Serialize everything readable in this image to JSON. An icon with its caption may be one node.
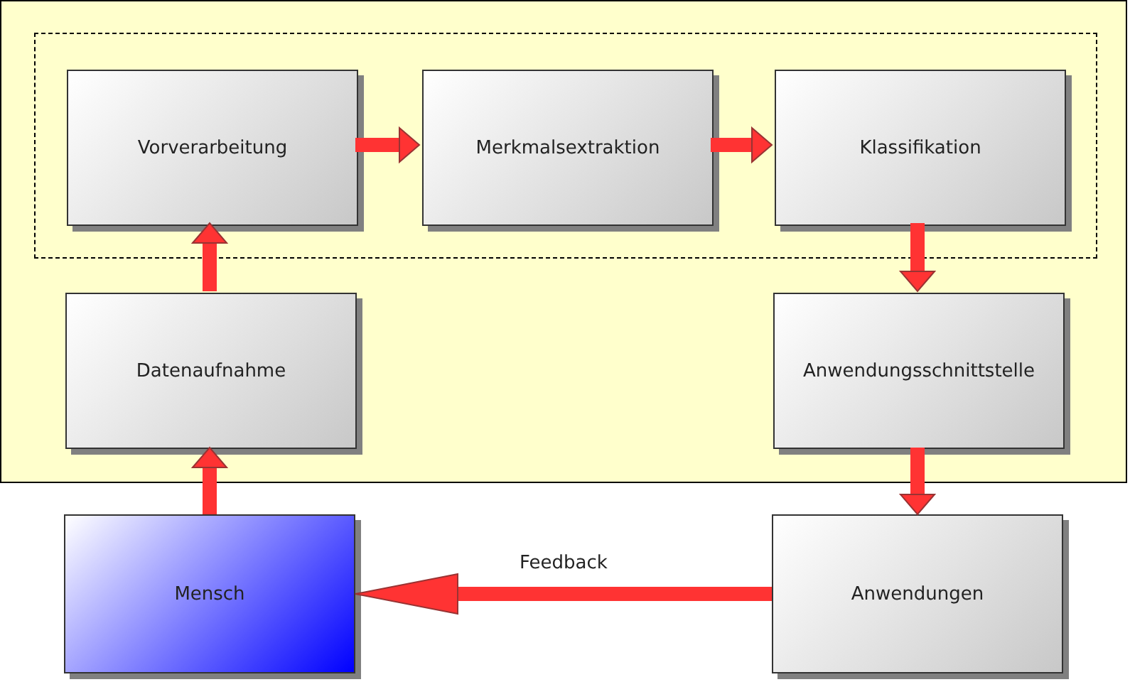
{
  "diagram": {
    "nodes": [
      {
        "text": [],
        "shape": "box"
      },
      {
        "text": [],
        "shape": "box",
        "in": 0
      },
      {
        "text": [
          "Vorverarbeitung"
        ],
        "in": 1
      },
      {
        "text": [
          "Merkmalsextraktion"
        ],
        "in": 1
      },
      {
        "text": [
          "Klassifikation"
        ],
        "in": 1
      },
      {
        "text": [
          "Datenaufnahme"
        ],
        "in": 0
      },
      {
        "text": [
          "Anwendungsschnittstelle"
        ],
        "in": 0
      },
      {
        "text": [
          "Mensch"
        ]
      },
      {
        "text": [
          "Anwendungen"
        ]
      }
    ],
    "edges": [
      {
        "from": 2,
        "to": 3,
        "arrow": "to"
      },
      {
        "from": 3,
        "to": 4,
        "arrow": "to"
      },
      {
        "from": 4,
        "to": 6,
        "arrow": "to"
      },
      {
        "from": 5,
        "to": 2,
        "arrow": "to"
      },
      {
        "from": 6,
        "to": 8,
        "arrow": "to"
      },
      {
        "from": 7,
        "to": 5,
        "arrow": "to"
      },
      {
        "from": 8,
        "to": 7,
        "arrow": "to",
        "label": "Feedback"
      }
    ]
  }
}
